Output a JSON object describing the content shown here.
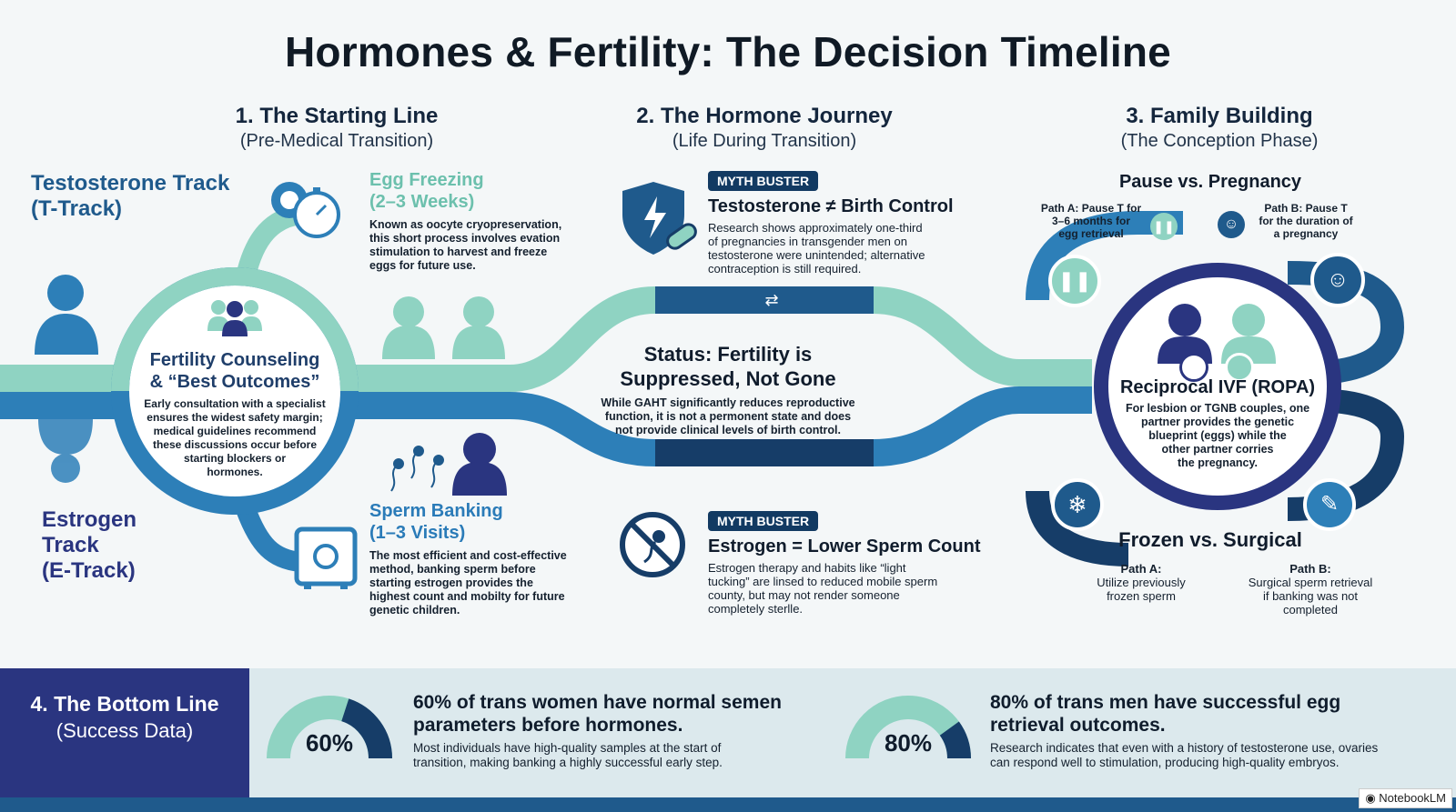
{
  "title": "Hormones & Fertility: The Decision Timeline",
  "sections": [
    {
      "heading": "1. The Starting Line",
      "sub": "(Pre-Medical Transition)"
    },
    {
      "heading": "2. The Hormone Journey",
      "sub": "(Life During Transition)"
    },
    {
      "heading": "3. Family Building",
      "sub": "(The Conception Phase)"
    }
  ],
  "tracks": {
    "t_track": [
      "Testosterone Track",
      "(T-Track)"
    ],
    "e_track": [
      "Estrogen",
      "Track",
      "(E-Track)"
    ]
  },
  "egg_freezing": {
    "heading": [
      "Egg Freezing",
      "(2–3 Weeks)"
    ],
    "body": [
      "Known as oocyte cryopreservation,",
      "this short process involves evation",
      "stimulation to harvest and freeze",
      "eggs for future use."
    ]
  },
  "counseling": {
    "heading": [
      "Fertility Counseling",
      "& “Best Outcomes”"
    ],
    "body": [
      "Early consultation with a specialist",
      "ensures the widest safety margin;",
      "medical guidelines recommend",
      "these discussions occur before",
      "starting blockers or",
      "hormones."
    ]
  },
  "sperm_banking": {
    "heading": [
      "Sperm Banking",
      "(1–3 Visits)"
    ],
    "body": [
      "The most efficient and cost-effective",
      "method, banking sperm before",
      "starting estrogen provides the",
      "highest count and mobilty for future",
      "genetic children."
    ]
  },
  "myth1": {
    "badge": "MYTH BUSTER",
    "heading": "Testosterone ≠ Birth Control",
    "body": [
      "Research shows approximately one-third",
      "of pregnancies in transgender men on",
      "testosterone were unintended; alternative",
      "contraception is still required."
    ]
  },
  "status": {
    "heading": [
      "Status: Fertility is",
      "Suppressed, Not Gone"
    ],
    "body": [
      "While GAHT significantly reduces reproductive",
      "function, it is not a permonent state and does",
      "not provide clinical levels of birth control."
    ]
  },
  "myth2": {
    "badge": "MYTH BUSTER",
    "heading": "Estrogen = Lower Sperm Count",
    "body": [
      "Estrogen therapy and habits like “light",
      "tucking” are linsed to reduced mobile sperm",
      "county, but may not render someone",
      "completely sterlle."
    ]
  },
  "pause": {
    "heading": "Pause vs. Pregnancy",
    "path_a": [
      "Path A: Pause T for",
      "3–6 months for",
      "egg retrieval"
    ],
    "path_b": [
      "Path B: Pause T",
      "for the duration of",
      "a pregnancy"
    ]
  },
  "ropa": {
    "heading": "Reciprocal IVF (ROPA)",
    "body": [
      "For lesbion or TGNB couples, one",
      "partner provides the genetic",
      "blueprint (eggs) while the",
      "other partner corries",
      "the pregnancy."
    ]
  },
  "frozen": {
    "heading": "Frozen vs. Surgical",
    "path_a": [
      "Path A:",
      "Utilize previously",
      "frozen sperm"
    ],
    "path_b": [
      "Path B:",
      "Surgical sperm retrieval",
      "if banking was not",
      "completed"
    ]
  },
  "bottom": {
    "heading": "4. The Bottom Line",
    "sub": "(Success Data)",
    "stats": [
      {
        "value": 60,
        "label": "60%",
        "heading": [
          "60% of trans women have normal semen",
          "parameters before hormones."
        ],
        "body": [
          "Most individuals have high-quality samples at the start of",
          "transition, making banking a highly successful early step."
        ]
      },
      {
        "value": 80,
        "label": "80%",
        "heading": [
          "80% of trans men have successful egg",
          "retrieval outcomes."
        ],
        "body": [
          "Research indicates that even with a history of testosterone use, ovaries",
          "can respond well to stimulation, producing high-quality embryos."
        ]
      }
    ]
  },
  "watermark": "NotebookLM",
  "colors": {
    "teal": "#8fd3c2",
    "blue": "#2d7fb8",
    "navy": "#163d68",
    "purple": "#2a3580"
  }
}
